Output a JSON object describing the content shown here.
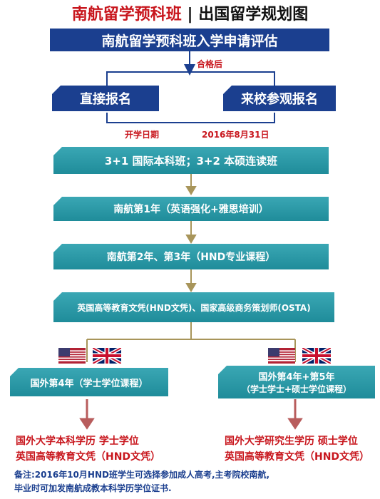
{
  "header": {
    "title_main": "南航留学预科班",
    "title_sep": "|",
    "title_sub": "出国留学规划图"
  },
  "flow": {
    "top_box": "南航留学预科班入学申请评估",
    "pass_label": "合格后",
    "option_direct": "直接报名",
    "option_visit": "来校参观报名",
    "start_label": "开学日期",
    "start_date": "2016年8月31日",
    "program_box": "3+1 国际本科班；3+2 本硕连读班",
    "year1_box": "南航第1年（英语强化+雅思培训）",
    "year23_box": "南航第2年、第3年（HND专业课程）",
    "certs_box": "英国高等教育文凭(HND文凭)、国家高级商务策划师(OSTA)",
    "left_branch": "国外第4年（学士学位课程）",
    "right_branch_line1": "国外第4年+第5年",
    "right_branch_line2": "（学士学士+硕士学位课程）",
    "left_result_line1": "国外大学本科学历 学士学位",
    "left_result_line2": "英国高等教育文凭（HND文凭）",
    "right_result_line1": "国外大学研究生学历 硕士学位",
    "right_result_line2": "英国高等教育文凭（HND文凭）"
  },
  "footnote": {
    "line1": "备注:2016年10月HND班学生可选择参加成人高考,主考院校南航,",
    "line2": "毕业时可加发南航成教本科学历学位证书."
  },
  "flags": [
    "us-flag-icon",
    "uk-flag-icon",
    "us-flag-icon",
    "uk-flag-icon"
  ],
  "colors": {
    "navy": "#1b3f8f",
    "teal": "#2a9aa8",
    "red": "#c8161d",
    "connector": "#a8955a"
  }
}
